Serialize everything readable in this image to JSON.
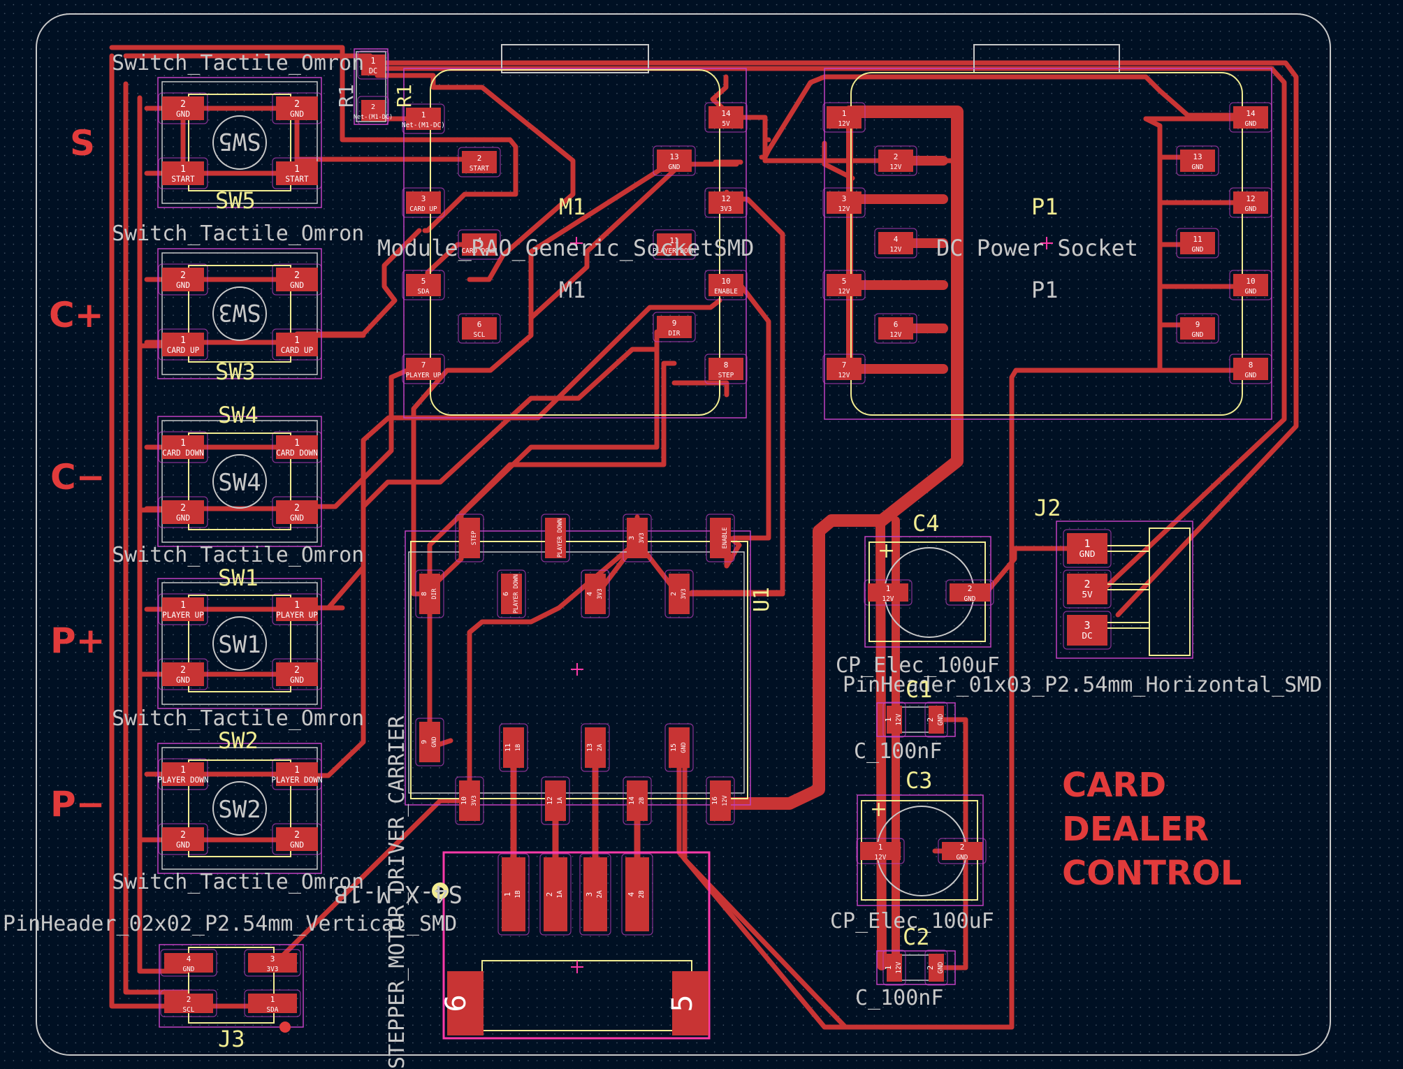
{
  "colors": {
    "background": "#001023",
    "copper": "#c83434",
    "silkscreen": "#f2ed92",
    "fab": "#c8c8c8",
    "courtyard": "#c240c2",
    "edge_cuts": "#c8c8c8",
    "pad_text": "#ffffff",
    "highlight": "#ff3aa8"
  },
  "side_labels": [
    "S",
    "C+",
    "C−",
    "P+",
    "P−"
  ],
  "board_label": [
    "CARD",
    "DEALER",
    "CONTROL"
  ],
  "switches": [
    {
      "ref": "SW5",
      "value": "Switch_Tactile_Omron",
      "pin1": "START",
      "pin2": "GND",
      "mirror": true
    },
    {
      "ref": "SW3",
      "value": "Switch_Tactile_Omron",
      "pin1": "CARD UP",
      "pin2": "GND",
      "mirror": true
    },
    {
      "ref": "SW4",
      "value": "Switch_Tactile_Omron",
      "pin1": "CARD DOWN",
      "pin2": "GND",
      "mirror": false
    },
    {
      "ref": "SW1",
      "value": "Switch_Tactile_Omron",
      "pin1": "PLAYER UP",
      "pin2": "GND",
      "mirror": false
    },
    {
      "ref": "SW2",
      "value": "Switch_Tactile_Omron",
      "pin1": "PLAYER DOWN",
      "pin2": "GND",
      "mirror": false
    }
  ],
  "r1": {
    "ref": "R1",
    "pin1": "Net-(M1-DC)",
    "pin2": "DC"
  },
  "m1": {
    "ref": "M1",
    "value": "Module_RAO_Generic_SocketSMD",
    "pins": [
      {
        "n": "1",
        "name": "Net-(M1-DC)"
      },
      {
        "n": "2",
        "name": "START"
      },
      {
        "n": "3",
        "name": "CARD UP"
      },
      {
        "n": "4",
        "name": "CARD DOWN"
      },
      {
        "n": "5",
        "name": "SDA"
      },
      {
        "n": "6",
        "name": "SCL"
      },
      {
        "n": "7",
        "name": "PLAYER UP"
      },
      {
        "n": "8",
        "name": "STEP"
      },
      {
        "n": "9",
        "name": "DIR"
      },
      {
        "n": "10",
        "name": "ENABLE"
      },
      {
        "n": "11",
        "name": "PLAYER DOWN"
      },
      {
        "n": "12",
        "name": "3V3"
      },
      {
        "n": "13",
        "name": "GND"
      },
      {
        "n": "14",
        "name": "5V"
      }
    ]
  },
  "p1": {
    "ref": "P1",
    "value": "DC Power Socket",
    "left_pins": [
      {
        "n": "1",
        "name": "12V"
      },
      {
        "n": "2",
        "name": "12V"
      },
      {
        "n": "3",
        "name": "12V"
      },
      {
        "n": "4",
        "name": "12V"
      },
      {
        "n": "5",
        "name": "12V"
      },
      {
        "n": "6",
        "name": "12V"
      },
      {
        "n": "7",
        "name": "12V"
      }
    ],
    "right_pins": [
      {
        "n": "14",
        "name": "GND"
      },
      {
        "n": "13",
        "name": "GND"
      },
      {
        "n": "12",
        "name": "GND"
      },
      {
        "n": "11",
        "name": "GND"
      },
      {
        "n": "10",
        "name": "GND"
      },
      {
        "n": "9",
        "name": "GND"
      },
      {
        "n": "8",
        "name": "GND"
      }
    ]
  },
  "u1": {
    "ref": "U1",
    "value": "STEPPER_MOTOR_DRIVER_CARRIER",
    "pins_top": [
      {
        "n": "",
        "name": "STEP"
      },
      {
        "n": "",
        "name": "PLAYER DOWN"
      },
      {
        "n": "3",
        "name": "3V3"
      },
      {
        "n": "",
        "name": "ENABLE"
      }
    ],
    "pins_row2": [
      {
        "n": "8",
        "name": "DIR"
      },
      {
        "n": "6",
        "name": "PLAYER DOWN"
      },
      {
        "n": "4",
        "name": "3V3"
      },
      {
        "n": "2",
        "name": "3V3"
      }
    ],
    "pins_mid": [
      {
        "n": "9",
        "name": "GND"
      },
      {
        "n": "11",
        "name": "1B"
      },
      {
        "n": "13",
        "name": "2A"
      },
      {
        "n": "15",
        "name": "GND"
      }
    ],
    "pins_bottom": [
      {
        "n": "10",
        "name": "3V3"
      },
      {
        "n": "12",
        "name": "1A"
      },
      {
        "n": "14",
        "name": "2B"
      },
      {
        "n": "16",
        "name": "12V"
      }
    ]
  },
  "motor_connector": {
    "text": "S4-X-M-1B",
    "pins": [
      {
        "n": "1",
        "name": "1B"
      },
      {
        "n": "2",
        "name": "1A"
      },
      {
        "n": "3",
        "name": "2A"
      },
      {
        "n": "4",
        "name": "2B"
      }
    ],
    "mount_left": "6",
    "mount_right": "5"
  },
  "j3": {
    "ref": "J3",
    "value": "PinHeader_02x02_P2.54mm_Vertical_SMD",
    "pins": [
      {
        "n": "4",
        "name": "GND"
      },
      {
        "n": "3",
        "name": "3V3"
      },
      {
        "n": "2",
        "name": "SCL"
      },
      {
        "n": "1",
        "name": "SDA"
      }
    ]
  },
  "j2": {
    "ref": "J2",
    "value": "PinHeader_01x03_P2.54mm_Horizontal_SMD",
    "pins": [
      {
        "n": "1",
        "name": "GND"
      },
      {
        "n": "2",
        "name": "5V"
      },
      {
        "n": "3",
        "name": "DC"
      }
    ]
  },
  "caps": [
    {
      "ref": "C4",
      "value": "CP_Elec_100uF",
      "type": "elec",
      "pin1": "12V",
      "pin2": "GND"
    },
    {
      "ref": "C1",
      "value": "C_100nF",
      "type": "cer",
      "pin1": "12V",
      "pin2": "GND"
    },
    {
      "ref": "C3",
      "value": "CP_Elec_100uF",
      "type": "elec",
      "pin1": "12V",
      "pin2": "GND"
    },
    {
      "ref": "C2",
      "value": "C_100nF",
      "type": "cer",
      "pin1": "12V",
      "pin2": "GND"
    }
  ]
}
